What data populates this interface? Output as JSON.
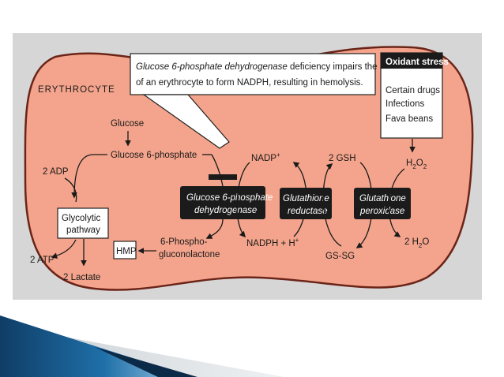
{
  "callout": {
    "line1_italic": "Glucose 6-phosphate dehydrogenase",
    "line1_rest": " deficiency impairs the ability",
    "line2": "of an erythrocyte to form NADPH, resulting in hemolysis."
  },
  "cell_label": "ERYTHROCYTE",
  "oxidant": {
    "title": "Oxidant stress",
    "items": [
      "Certain drugs",
      "Infections",
      "Fava beans"
    ]
  },
  "metabolites": {
    "glucose": "Glucose",
    "g6p": "Glucose 6-phosphate",
    "adp": "2 ADP",
    "atp": "2 ATP",
    "lactate": "2 Lactate",
    "glycolytic_line1": "Glycolytic",
    "glycolytic_line2": "pathway",
    "hmp": "HMP",
    "phospho_line1": "6-Phospho-",
    "phospho_line2": "gluconolactone",
    "nadp": "NADP",
    "nadp_sup": "+",
    "nadph": "NADPH + H",
    "nadph_sup": "+",
    "gsh": "2 GSH",
    "gssg": "GS-SG",
    "h2o2_a": "H",
    "h2o2_b": "2",
    "h2o2_c": "O",
    "h2o2_d": "2",
    "h2o_a": "2 H",
    "h2o_b": "2",
    "h2o_c": "O"
  },
  "enzymes": {
    "g6pd_line1": "Glucose 6-phosphate",
    "g6pd_line2": "dehydrogenase",
    "gr_line1": "Glutathione",
    "gr_line2": "reductase",
    "gp_line1": "Glutathione",
    "gp_line2": "peroxidase"
  },
  "colors": {
    "cell_fill": "#f4a48c",
    "cell_stroke": "#6b2418",
    "frame_bg": "#d6d6d6",
    "enzyme_box": "#1b1b1b",
    "slide_accent": "#1f6fa8"
  }
}
